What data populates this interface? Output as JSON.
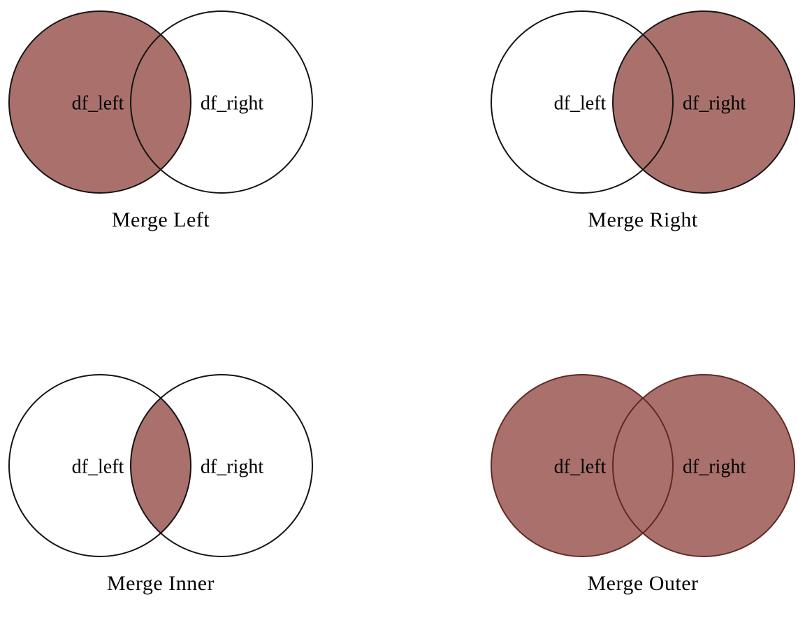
{
  "figure": {
    "description": "Four Venn diagrams illustrating pandas dataframe merge types",
    "labels": {
      "left": "df_left",
      "right": "df_right"
    },
    "colors": {
      "fill": "#aa716c",
      "stroke": "#141414",
      "outer_stroke": "#5f2a23",
      "text": "#000000",
      "background": "#ffffff"
    },
    "panels": [
      {
        "id": "merge-left",
        "caption": "Merge Left",
        "shaded_region": "left"
      },
      {
        "id": "merge-right",
        "caption": "Merge Right",
        "shaded_region": "right"
      },
      {
        "id": "merge-inner",
        "caption": "Merge Inner",
        "shaded_region": "inner"
      },
      {
        "id": "merge-outer",
        "caption": "Merge Outer",
        "shaded_region": "outer"
      }
    ]
  }
}
